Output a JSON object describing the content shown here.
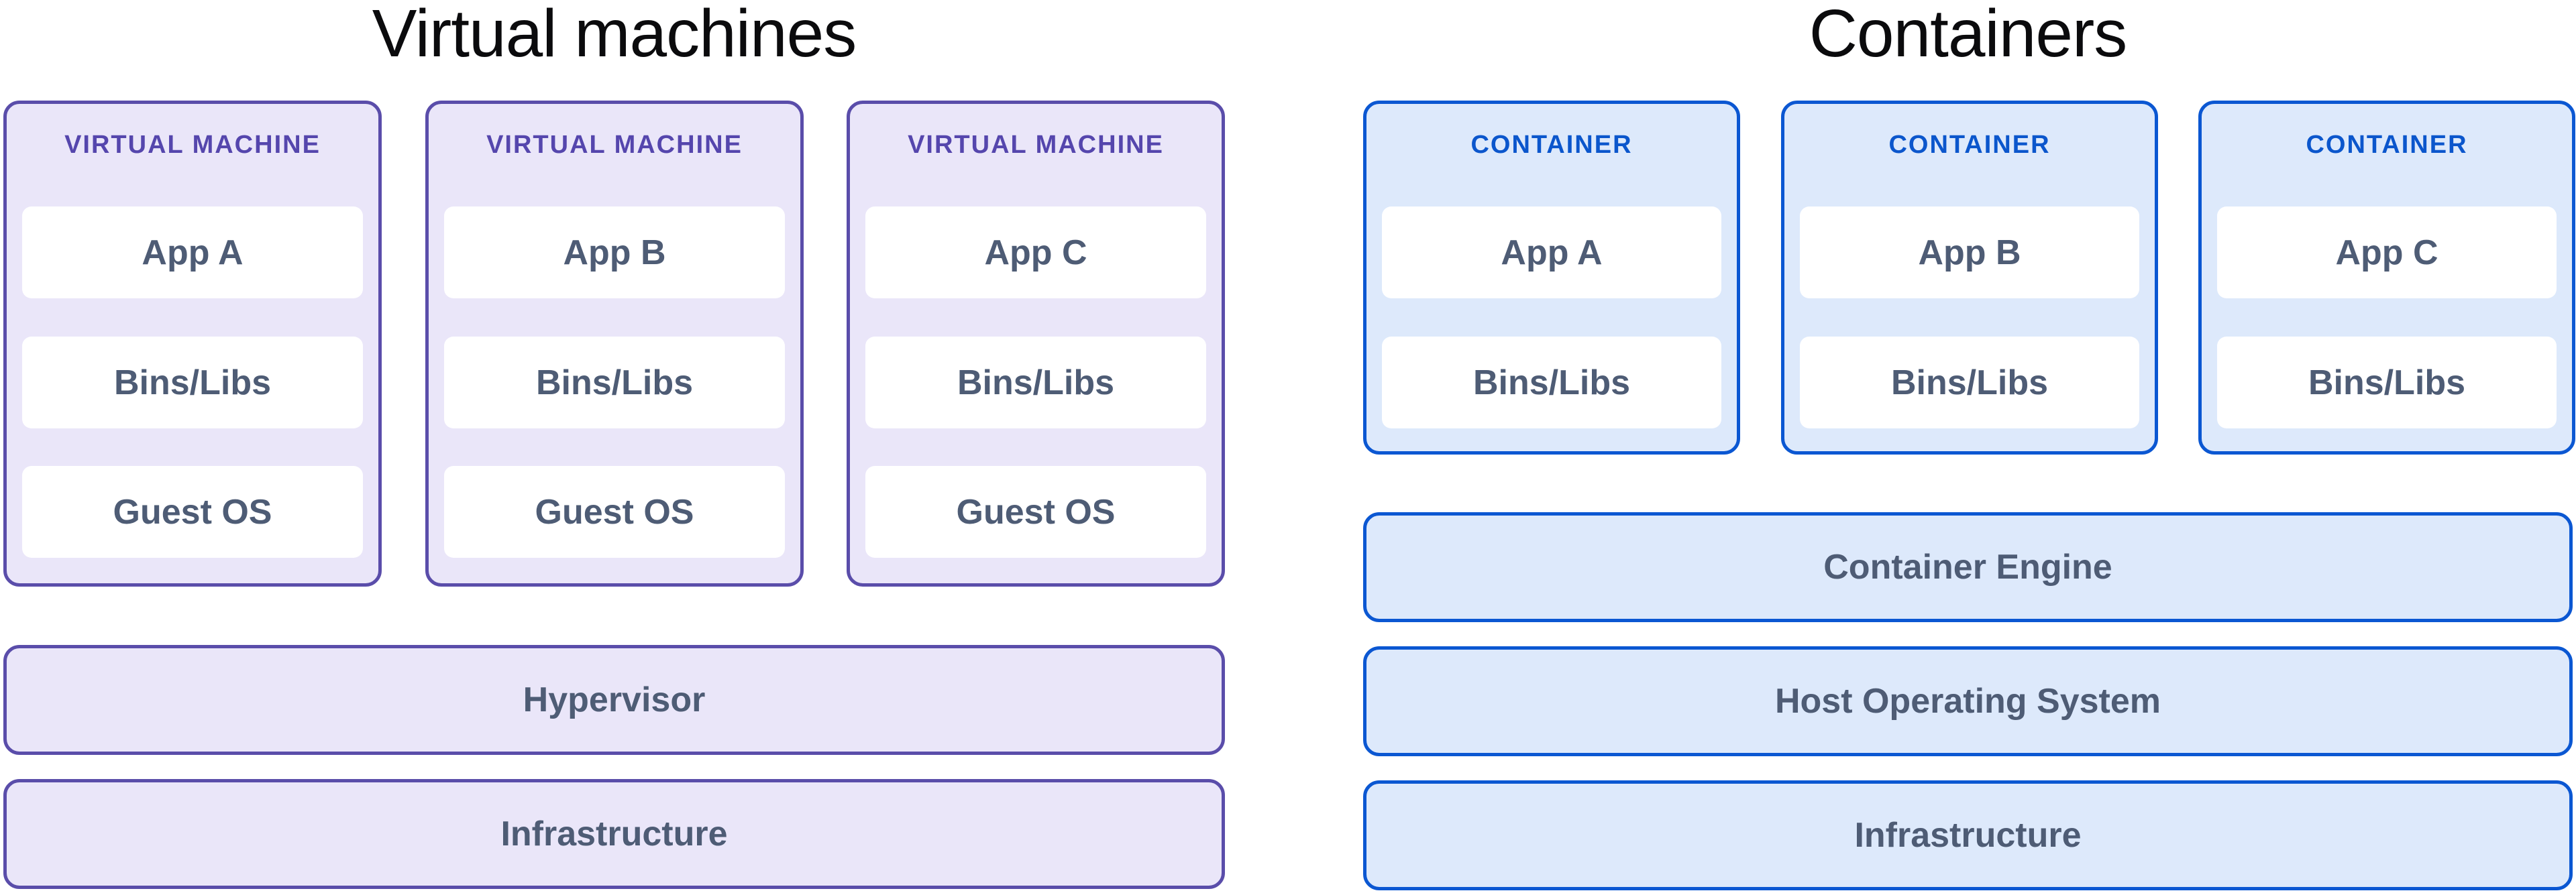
{
  "colors": {
    "vm_border": "#5A4DAA",
    "vm_fill": "#EAE6F9",
    "vm_header_text": "#5546AD",
    "container_border": "#0B57D2",
    "container_fill": "#DDE9FB",
    "container_header_text": "#0B56CC",
    "layer_label_text": "#4E5C75",
    "title_text": "#0B0B0D",
    "layer_box_fill": "#FFFFFF"
  },
  "vm_section": {
    "title": "Virtual machines",
    "cards": [
      {
        "label": "VIRTUAL MACHINE",
        "layers": [
          "App A",
          "Bins/Libs",
          "Guest OS"
        ]
      },
      {
        "label": "VIRTUAL MACHINE",
        "layers": [
          "App B",
          "Bins/Libs",
          "Guest OS"
        ]
      },
      {
        "label": "VIRTUAL MACHINE",
        "layers": [
          "App C",
          "Bins/Libs",
          "Guest OS"
        ]
      }
    ],
    "bars": [
      {
        "label": "Hypervisor"
      },
      {
        "label": "Infrastructure"
      }
    ]
  },
  "container_section": {
    "title": "Containers",
    "cards": [
      {
        "label": "CONTAINER",
        "layers": [
          "App A",
          "Bins/Libs"
        ]
      },
      {
        "label": "CONTAINER",
        "layers": [
          "App B",
          "Bins/Libs"
        ]
      },
      {
        "label": "CONTAINER",
        "layers": [
          "App C",
          "Bins/Libs"
        ]
      }
    ],
    "bars": [
      {
        "label": "Container Engine"
      },
      {
        "label": "Host Operating System"
      },
      {
        "label": "Infrastructure"
      }
    ]
  }
}
